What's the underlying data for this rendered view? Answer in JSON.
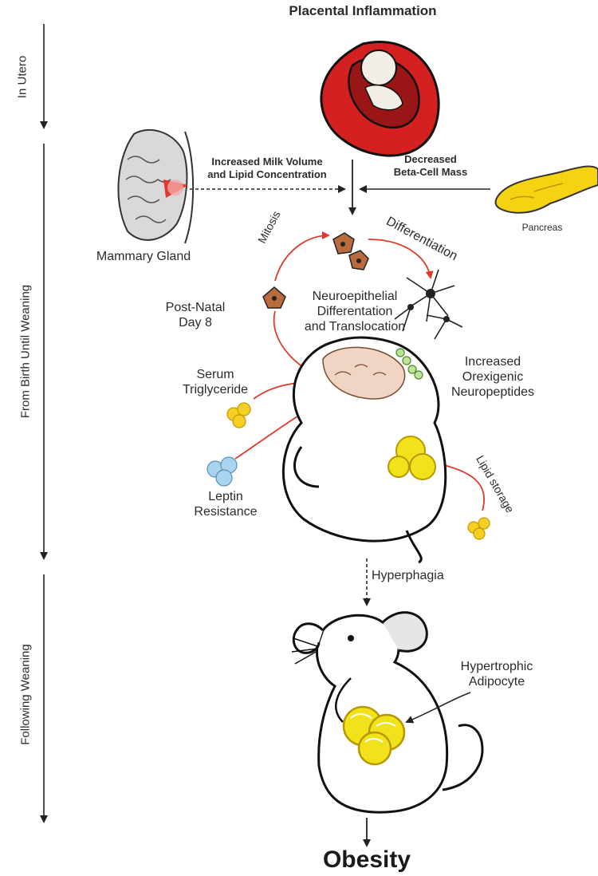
{
  "phases": {
    "in_utero": "In Utero",
    "birth_weaning": "From Birth Until Weaning",
    "following_weaning": "Following Weaning"
  },
  "top": {
    "placental": "Placental Inflammation"
  },
  "inputs": {
    "milk_line1": "Increased Milk Volume",
    "milk_line2": "and Lipid Concentration",
    "beta_line1": "Decreased",
    "beta_line2": "Beta-Cell Mass",
    "mammary": "Mammary Gland",
    "pancreas": "Pancreas"
  },
  "cycle": {
    "mitosis": "Mitosis",
    "differentiation": "Differentiation",
    "neuro_line1": "Neuroepithelial",
    "neuro_line2": "Differentation",
    "neuro_line3": "and Translocation"
  },
  "pup": {
    "postnatal_line1": "Post-Natal",
    "postnatal_line2": "Day 8",
    "serum_line1": "Serum",
    "serum_line2": "Triglyceride",
    "orexi_line1": "Increased",
    "orexi_line2": "Orexigenic",
    "orexi_line3": "Neuropeptides",
    "leptin_line1": "Leptin",
    "leptin_line2": "Resistance",
    "lipid": "Lipid storage"
  },
  "adult": {
    "hyperphagia": "Hyperphagia",
    "hyper_line1": "Hypertrophic",
    "hyper_line2": "Adipocyte"
  },
  "outcome": {
    "obesity": "Obesity"
  },
  "colors": {
    "red_arrow": "#e0392b",
    "placenta_red": "#d42020",
    "fat_yellow": "#f2e21c",
    "leptin_blue": "#a9d3ee",
    "cell_brown": "#b86b3c",
    "pancreas_yellow": "#f5d311"
  }
}
